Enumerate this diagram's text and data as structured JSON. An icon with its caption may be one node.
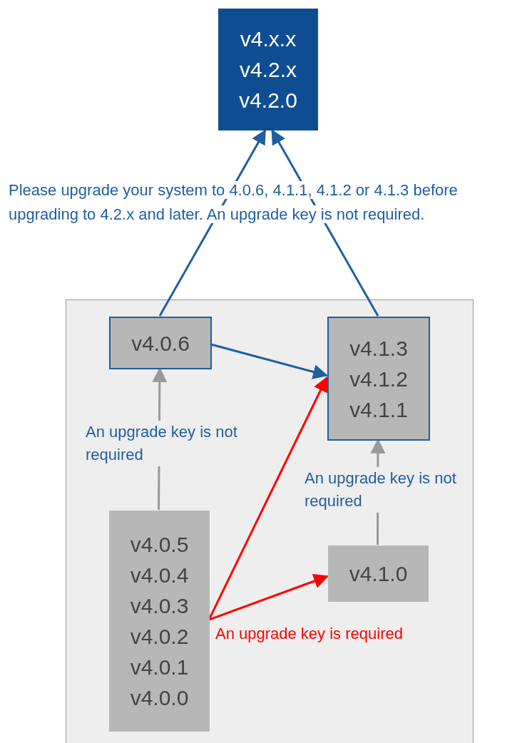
{
  "diagram": {
    "nodes": [
      {
        "text": [
          "v4.x.x",
          "v4.2.x",
          "v4.2.0"
        ]
      },
      {
        "text": [],
        "shape": "box"
      },
      {
        "text": [
          "v4.0.6"
        ],
        "in": 1
      },
      {
        "text": [
          "v4.1.3",
          "v4.1.2",
          "v4.1.1"
        ],
        "in": 1
      },
      {
        "text": [
          "v4.0.5",
          "v4.0.4",
          "v4.0.3",
          "v4.0.2",
          "v4.0.1",
          "v4.0.0"
        ],
        "in": 1
      },
      {
        "text": [
          "v4.1.0"
        ],
        "in": 1
      }
    ],
    "edges": [
      {
        "from": 2,
        "to": 0,
        "arrow": "to"
      },
      {
        "from": 3,
        "to": 0,
        "arrow": "to"
      },
      {
        "from": 2,
        "to": 3,
        "arrow": "to"
      },
      {
        "from": 4,
        "to": 2,
        "arrow": "to",
        "label": "An upgrade key is not required",
        "color": "#999999"
      },
      {
        "from": 5,
        "to": 3,
        "arrow": "to",
        "label": "An upgrade key is not required",
        "color": "#999999"
      },
      {
        "from": 4,
        "to": 3,
        "arrow": "to",
        "color": "#ff0000"
      },
      {
        "from": 4,
        "to": 5,
        "arrow": "to",
        "label": "An upgrade key is required",
        "color": "#ff0000"
      }
    ],
    "labels": [
      "Please upgrade your system to 4.0.6, 4.1.1, 4.1.2 or 4.1.3 before upgrading to 4.2.x and later.  An upgrade key is not required."
    ]
  }
}
